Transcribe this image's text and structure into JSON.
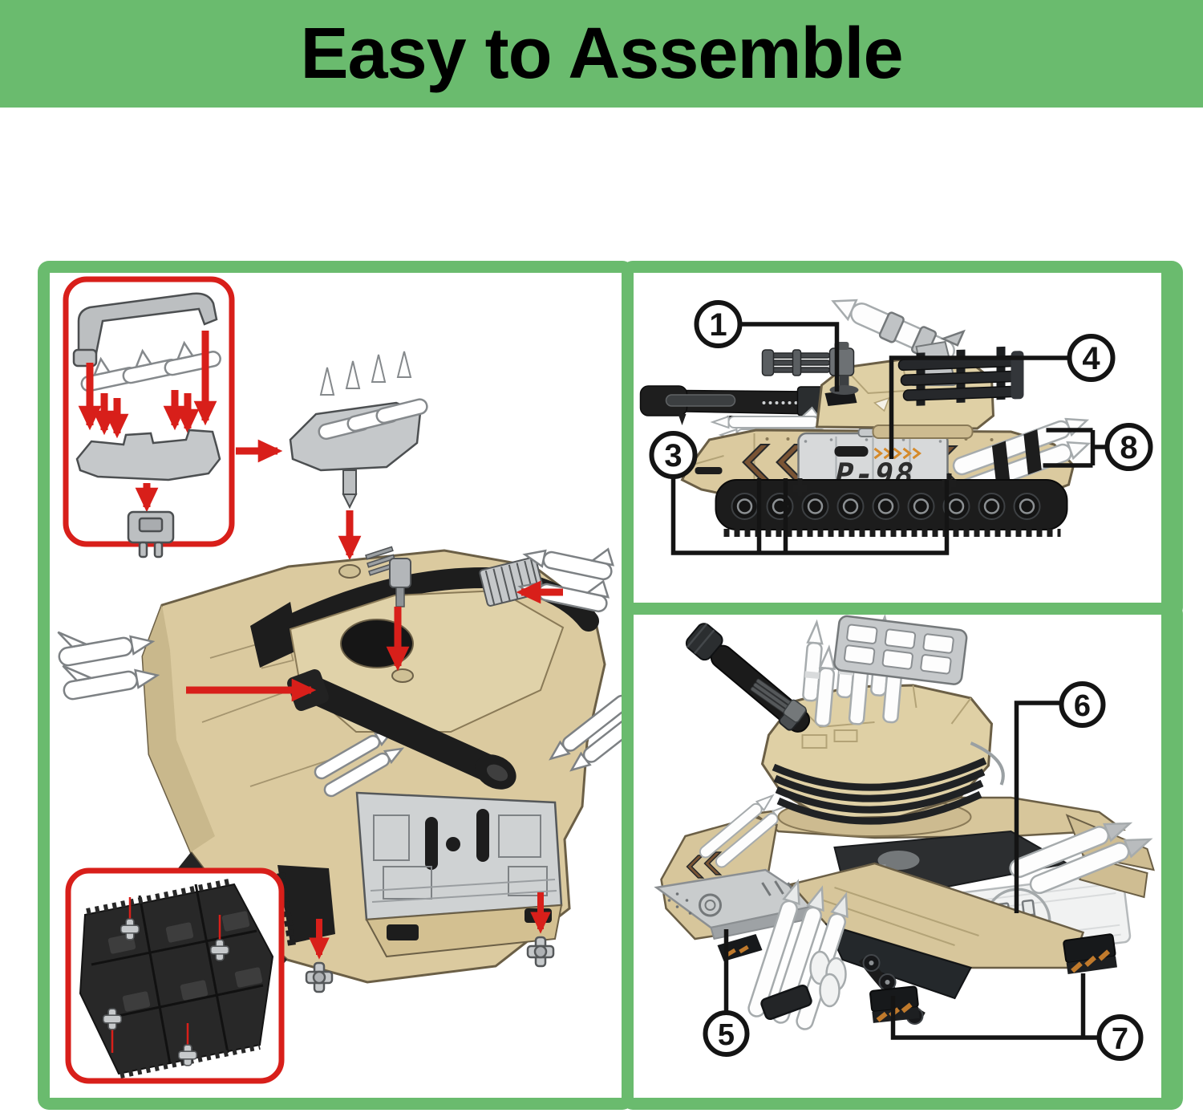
{
  "header": {
    "title": "Easy to Assemble"
  },
  "tank": {
    "label": "P-98"
  },
  "callouts": {
    "n1": "1",
    "n3": "3",
    "n4": "4",
    "n5": "5",
    "n6": "6",
    "n7": "7",
    "n8": "8"
  },
  "colors": {
    "banner_green": "#6abb6e",
    "panel_border_green": "#6abb6e",
    "arrow_red": "#d81f1a",
    "inset_border_red": "#d81f1a",
    "hull_tan": "#dbca9f",
    "turret_tan": "#dfd0a5",
    "part_gray": "#c5c8ca",
    "plate_gray": "#d7d9da",
    "track_black": "#1c1c1c",
    "label_text": "#2d2d2d",
    "hazard_orange": "#c07a2c",
    "chevron_brown": "#7a5434",
    "callout_black": "#141414"
  }
}
